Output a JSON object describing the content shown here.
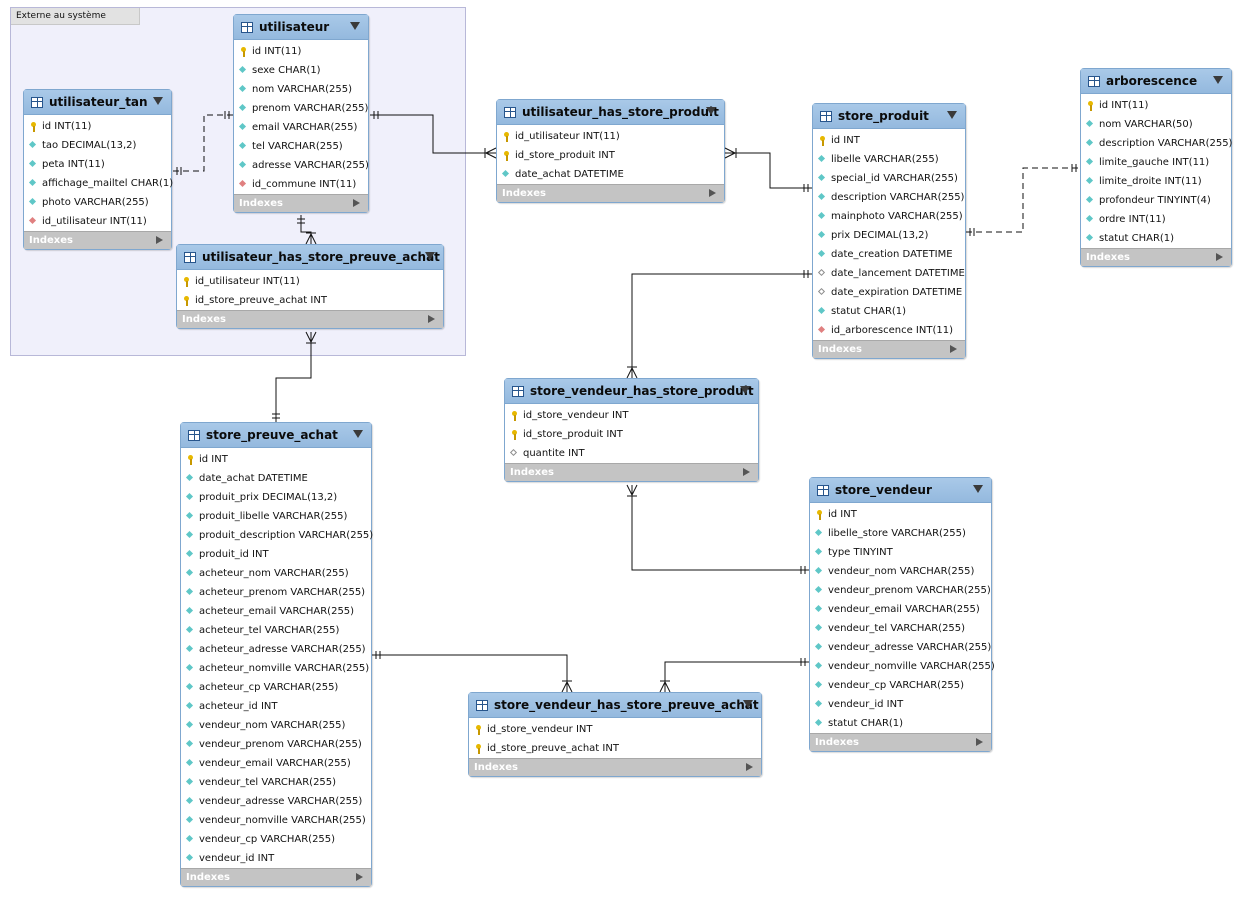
{
  "layer_label": "Externe au système",
  "indexes_label": "Indexes",
  "colors": {
    "header": "#a9c9e8",
    "border": "#7fa7cf",
    "layer_bg": "#f0f0fb",
    "footer": "#c4c4c4"
  },
  "icons": {
    "table": "table-icon",
    "primary_key": "key-icon",
    "column": "diamond-icon",
    "foreign_key": "red-diamond-icon",
    "nullable": "empty-diamond-icon"
  },
  "tables": [
    {
      "name": "utilisateur_tan",
      "columns": [
        {
          "text": "id INT(11)",
          "kind": "pk"
        },
        {
          "text": "tao DECIMAL(13,2)",
          "kind": "attr"
        },
        {
          "text": "peta INT(11)",
          "kind": "attr"
        },
        {
          "text": "affichage_mailtel CHAR(1)",
          "kind": "attr"
        },
        {
          "text": "photo VARCHAR(255)",
          "kind": "attr"
        },
        {
          "text": "id_utilisateur INT(11)",
          "kind": "fk"
        }
      ]
    },
    {
      "name": "utilisateur",
      "columns": [
        {
          "text": "id INT(11)",
          "kind": "pk"
        },
        {
          "text": "sexe CHAR(1)",
          "kind": "attr"
        },
        {
          "text": "nom VARCHAR(255)",
          "kind": "attr"
        },
        {
          "text": "prenom VARCHAR(255)",
          "kind": "attr"
        },
        {
          "text": "email VARCHAR(255)",
          "kind": "attr"
        },
        {
          "text": "tel VARCHAR(255)",
          "kind": "attr"
        },
        {
          "text": "adresse VARCHAR(255)",
          "kind": "attr"
        },
        {
          "text": "id_commune INT(11)",
          "kind": "fk"
        }
      ]
    },
    {
      "name": "utilisateur_has_store_preuve_achat",
      "columns": [
        {
          "text": "id_utilisateur INT(11)",
          "kind": "pk"
        },
        {
          "text": "id_store_preuve_achat INT",
          "kind": "pk"
        }
      ]
    },
    {
      "name": "utilisateur_has_store_produit",
      "columns": [
        {
          "text": "id_utilisateur INT(11)",
          "kind": "pk"
        },
        {
          "text": "id_store_produit INT",
          "kind": "pk"
        },
        {
          "text": "date_achat DATETIME",
          "kind": "attr"
        }
      ]
    },
    {
      "name": "store_produit",
      "columns": [
        {
          "text": "id INT",
          "kind": "pk"
        },
        {
          "text": "libelle VARCHAR(255)",
          "kind": "attr"
        },
        {
          "text": "special_id VARCHAR(255)",
          "kind": "attr"
        },
        {
          "text": "description VARCHAR(255)",
          "kind": "attr"
        },
        {
          "text": "mainphoto VARCHAR(255)",
          "kind": "attr"
        },
        {
          "text": "prix DECIMAL(13,2)",
          "kind": "attr"
        },
        {
          "text": "date_creation DATETIME",
          "kind": "attr"
        },
        {
          "text": "date_lancement DATETIME",
          "kind": "empty"
        },
        {
          "text": "date_expiration DATETIME",
          "kind": "empty"
        },
        {
          "text": "statut CHAR(1)",
          "kind": "attr"
        },
        {
          "text": "id_arborescence INT(11)",
          "kind": "fk"
        }
      ]
    },
    {
      "name": "arborescence",
      "columns": [
        {
          "text": "id INT(11)",
          "kind": "pk"
        },
        {
          "text": "nom VARCHAR(50)",
          "kind": "attr"
        },
        {
          "text": "description VARCHAR(255)",
          "kind": "attr"
        },
        {
          "text": "limite_gauche INT(11)",
          "kind": "attr"
        },
        {
          "text": "limite_droite INT(11)",
          "kind": "attr"
        },
        {
          "text": "profondeur TINYINT(4)",
          "kind": "attr"
        },
        {
          "text": "ordre INT(11)",
          "kind": "attr"
        },
        {
          "text": "statut CHAR(1)",
          "kind": "attr"
        }
      ]
    },
    {
      "name": "store_vendeur_has_store_produit",
      "columns": [
        {
          "text": "id_store_vendeur INT",
          "kind": "pk"
        },
        {
          "text": "id_store_produit INT",
          "kind": "pk"
        },
        {
          "text": "quantite INT",
          "kind": "empty"
        }
      ]
    },
    {
      "name": "store_preuve_achat",
      "columns": [
        {
          "text": "id INT",
          "kind": "pk"
        },
        {
          "text": "date_achat DATETIME",
          "kind": "attr"
        },
        {
          "text": "produit_prix DECIMAL(13,2)",
          "kind": "attr"
        },
        {
          "text": "produit_libelle VARCHAR(255)",
          "kind": "attr"
        },
        {
          "text": "produit_description VARCHAR(255)",
          "kind": "attr"
        },
        {
          "text": "produit_id INT",
          "kind": "attr"
        },
        {
          "text": "acheteur_nom VARCHAR(255)",
          "kind": "attr"
        },
        {
          "text": "acheteur_prenom VARCHAR(255)",
          "kind": "attr"
        },
        {
          "text": "acheteur_email VARCHAR(255)",
          "kind": "attr"
        },
        {
          "text": "acheteur_tel VARCHAR(255)",
          "kind": "attr"
        },
        {
          "text": "acheteur_adresse VARCHAR(255)",
          "kind": "attr"
        },
        {
          "text": "acheteur_nomville VARCHAR(255)",
          "kind": "attr"
        },
        {
          "text": "acheteur_cp VARCHAR(255)",
          "kind": "attr"
        },
        {
          "text": "acheteur_id INT",
          "kind": "attr"
        },
        {
          "text": "vendeur_nom VARCHAR(255)",
          "kind": "attr"
        },
        {
          "text": "vendeur_prenom VARCHAR(255)",
          "kind": "attr"
        },
        {
          "text": "vendeur_email VARCHAR(255)",
          "kind": "attr"
        },
        {
          "text": "vendeur_tel VARCHAR(255)",
          "kind": "attr"
        },
        {
          "text": "vendeur_adresse VARCHAR(255)",
          "kind": "attr"
        },
        {
          "text": "vendeur_nomville VARCHAR(255)",
          "kind": "attr"
        },
        {
          "text": "vendeur_cp VARCHAR(255)",
          "kind": "attr"
        },
        {
          "text": "vendeur_id INT",
          "kind": "attr"
        }
      ]
    },
    {
      "name": "store_vendeur",
      "columns": [
        {
          "text": "id INT",
          "kind": "pk"
        },
        {
          "text": "libelle_store VARCHAR(255)",
          "kind": "attr"
        },
        {
          "text": "type TINYINT",
          "kind": "attr"
        },
        {
          "text": "vendeur_nom VARCHAR(255)",
          "kind": "attr"
        },
        {
          "text": "vendeur_prenom VARCHAR(255)",
          "kind": "attr"
        },
        {
          "text": "vendeur_email VARCHAR(255)",
          "kind": "attr"
        },
        {
          "text": "vendeur_tel VARCHAR(255)",
          "kind": "attr"
        },
        {
          "text": "vendeur_adresse VARCHAR(255)",
          "kind": "attr"
        },
        {
          "text": "vendeur_nomville VARCHAR(255)",
          "kind": "attr"
        },
        {
          "text": "vendeur_cp VARCHAR(255)",
          "kind": "attr"
        },
        {
          "text": "vendeur_id INT",
          "kind": "attr"
        },
        {
          "text": "statut CHAR(1)",
          "kind": "attr"
        }
      ]
    },
    {
      "name": "store_vendeur_has_store_preuve_achat",
      "columns": [
        {
          "text": "id_store_vendeur INT",
          "kind": "pk"
        },
        {
          "text": "id_store_preuve_achat INT",
          "kind": "pk"
        }
      ]
    }
  ]
}
